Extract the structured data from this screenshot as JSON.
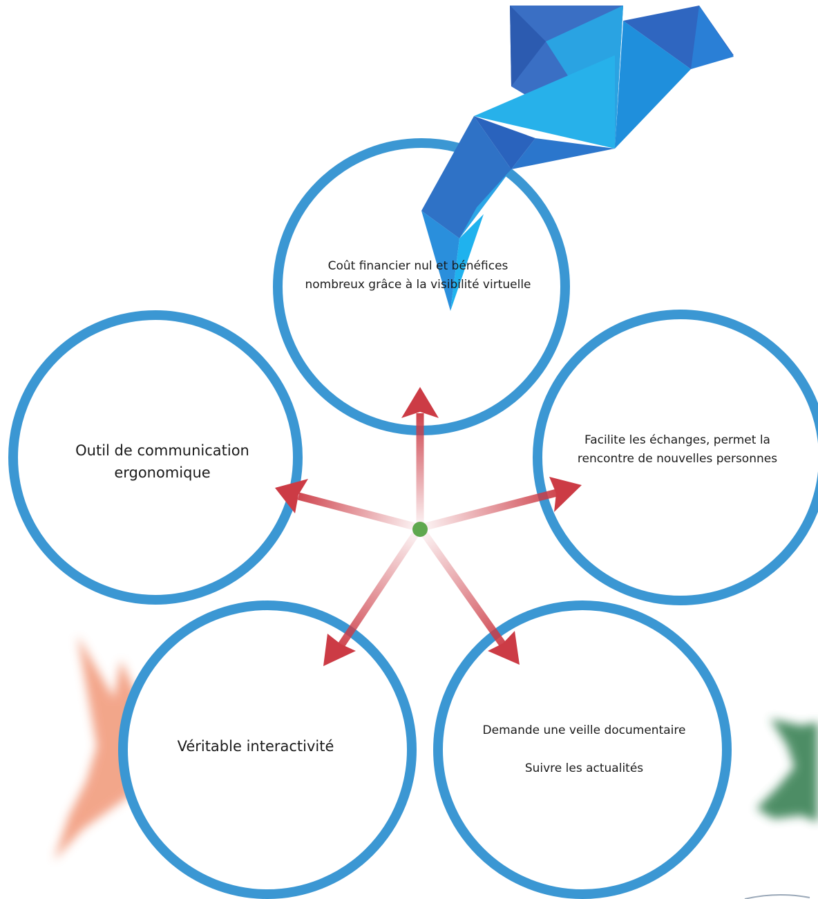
{
  "diagram": {
    "nodes": [
      {
        "id": "top",
        "text": "Coût financier nul et bénéfices nombreux grâce à la visibilité virtuelle"
      },
      {
        "id": "left",
        "text": "Outil de communication ergonomique"
      },
      {
        "id": "right",
        "text": "Facilite les échanges, permet la rencontre de nouvelles personnes"
      },
      {
        "id": "bottom-left",
        "text": "Véritable interactivité"
      },
      {
        "id": "bottom-right",
        "lines": [
          "Demande une veille documentaire",
          "Suivre les actualités"
        ]
      }
    ],
    "colors": {
      "circle_stroke": "#3b97d3",
      "arrow": "#cc3b45",
      "center_dot": "#5fa84e",
      "bird_blue": "#2f6fc2",
      "bird_orange": "#f0906e",
      "bird_green": "#2f7a4c"
    },
    "icons": [
      "origami-bird-blue",
      "bird-silhouette-orange",
      "bird-silhouette-green"
    ]
  }
}
